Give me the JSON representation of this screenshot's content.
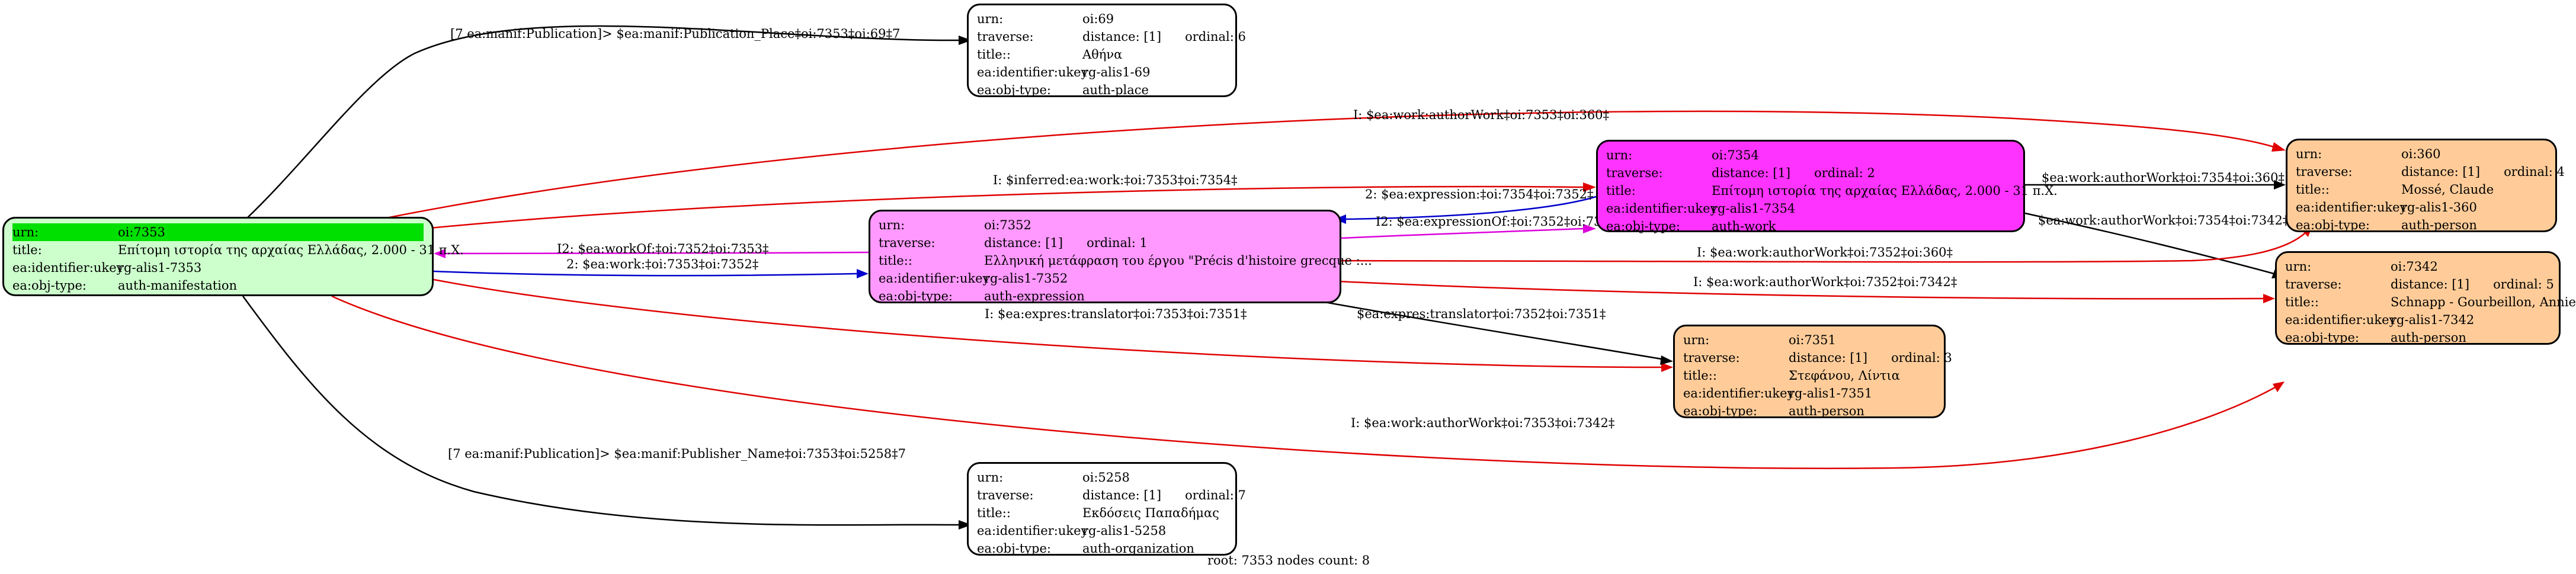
{
  "colors": {
    "manifestation": "#ccffcc",
    "work": "#ff33ff",
    "expression": "#ff99ff",
    "person": "#ffcc99",
    "other": "#ffffff",
    "root_highlight": "#00e000",
    "edge_red": "#e00000",
    "edge_blue": "#0000cc",
    "edge_magenta": "#dd00dd",
    "edge_black": "#000000"
  },
  "nodes": {
    "n7353": {
      "urn_key": "urn:",
      "urn": "oi:7353",
      "title_key": "title:",
      "title": "Επίτομη ιστορία της αρχαίας Ελλάδας, 2.000 - 31 π.Χ.",
      "ukey_key": "ea:identifier:ukey",
      "ukey": "rg-alis1-7353",
      "type_key": "ea:obj-type:",
      "type": "auth-manifestation"
    },
    "n69": {
      "urn_key": "urn:",
      "urn": "oi:69",
      "traverse_key": "traverse:",
      "distance": "distance: [1]",
      "ordinal": "ordinal: 6",
      "title_key": "title::",
      "title": "Αθήνα",
      "ukey_key": "ea:identifier:ukey",
      "ukey": "rg-alis1-69",
      "type_key": "ea:obj-type:",
      "type": "auth-place"
    },
    "n7354": {
      "urn_key": "urn:",
      "urn": "oi:7354",
      "traverse_key": "traverse:",
      "distance": "distance: [1]",
      "ordinal": "ordinal: 2",
      "title_key": "title:",
      "title": "Επίτομη ιστορία της αρχαίας Ελλάδας, 2.000 - 31 π.Χ.",
      "ukey_key": "ea:identifier:ukey",
      "ukey": "rg-alis1-7354",
      "type_key": "ea:obj-type:",
      "type": "auth-work"
    },
    "n7352": {
      "urn_key": "urn:",
      "urn": "oi:7352",
      "traverse_key": "traverse:",
      "distance": "distance: [1]",
      "ordinal": "ordinal: 1",
      "title_key": "title::",
      "title": "Ελληνική μετάφραση του έργου \"Précis d'histoire grecque :...",
      "ukey_key": "ea:identifier:ukey",
      "ukey": "rg-alis1-7352",
      "type_key": "ea:obj-type:",
      "type": "auth-expression"
    },
    "n360": {
      "urn_key": "urn:",
      "urn": "oi:360",
      "traverse_key": "traverse:",
      "distance": "distance: [1]",
      "ordinal": "ordinal: 4",
      "title_key": "title::",
      "title": "Mossé, Claude",
      "ukey_key": "ea:identifier:ukey",
      "ukey": "rg-alis1-360",
      "type_key": "ea:obj-type:",
      "type": "auth-person"
    },
    "n7342": {
      "urn_key": "urn:",
      "urn": "oi:7342",
      "traverse_key": "traverse:",
      "distance": "distance: [1]",
      "ordinal": "ordinal: 5",
      "title_key": "title::",
      "title": "Schnapp - Gourbeillon, Annie",
      "ukey_key": "ea:identifier:ukey",
      "ukey": "rg-alis1-7342",
      "type_key": "ea:obj-type:",
      "type": "auth-person"
    },
    "n7351": {
      "urn_key": "urn:",
      "urn": "oi:7351",
      "traverse_key": "traverse:",
      "distance": "distance: [1]",
      "ordinal": "ordinal: 3",
      "title_key": "title::",
      "title": "Στεφάνου, Λίντια",
      "ukey_key": "ea:identifier:ukey",
      "ukey": "rg-alis1-7351",
      "type_key": "ea:obj-type:",
      "type": "auth-person"
    },
    "n5258": {
      "urn_key": "urn:",
      "urn": "oi:5258",
      "traverse_key": "traverse:",
      "distance": "distance: [1]",
      "ordinal": "ordinal: 7",
      "title_key": "title::",
      "title": "Εκδόσεις Παπαδήμας",
      "ukey_key": "ea:identifier:ukey",
      "ukey": "rg-alis1-5258",
      "type_key": "ea:obj-type:",
      "type": "auth-organization"
    }
  },
  "edges": {
    "e_place": "[7 ea:manif:Publication]> $ea:manif:Publication_Place‡oi:7353‡oi:69‡7",
    "e_author360": "I: $ea:work:authorWork‡oi:7353‡oi:360‡",
    "e_inferred": "I: $inferred:ea:work:‡oi:7353‡oi:7354‡",
    "e_expression": "2: $ea:expression:‡oi:7354‡oi:7352‡",
    "e_expressionOf": "I2: $ea:expressionOf:‡oi:7352‡oi:7354‡",
    "e_workOf": "I2: $ea:workOf:‡oi:7352‡oi:7353‡",
    "e_work": "2: $ea:work:‡oi:7353‡oi:7352‡",
    "e_w360": "$ea:work:authorWork‡oi:7354‡oi:360‡",
    "e_w7342": "$ea:work:authorWork‡oi:7354‡oi:7342‡",
    "e_x360": "I: $ea:work:authorWork‡oi:7352‡oi:360‡",
    "e_x7342": "I: $ea:work:authorWork‡oi:7352‡oi:7342‡",
    "e_translator1": "I: $ea:expres:translator‡oi:7353‡oi:7351‡",
    "e_translator2": "$ea:expres:translator‡oi:7352‡oi:7351‡",
    "e_author7342": "I: $ea:work:authorWork‡oi:7353‡oi:7342‡",
    "e_publisher": "[7 ea:manif:Publication]> $ea:manif:Publisher_Name‡oi:7353‡oi:5258‡7"
  },
  "footer": "root: 7353 nodes count: 8"
}
